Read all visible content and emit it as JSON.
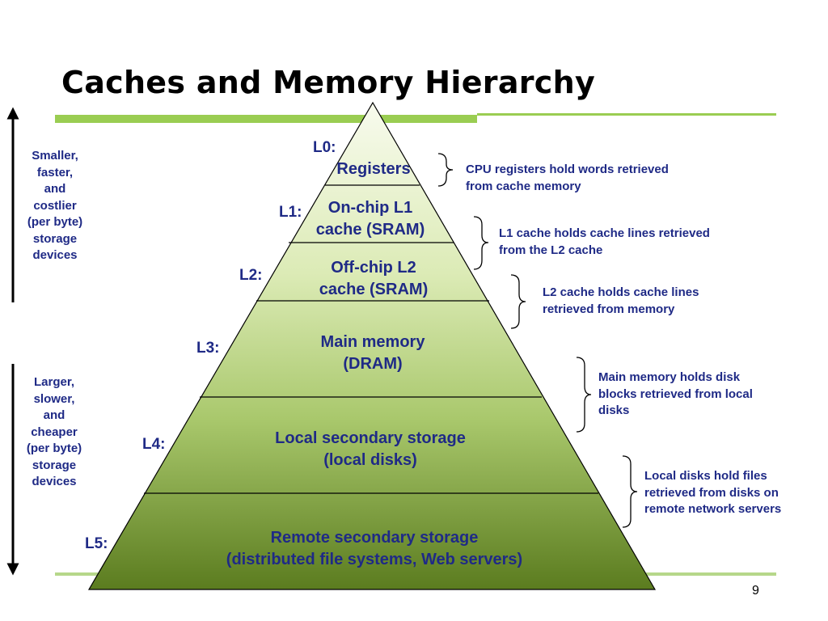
{
  "title": "Caches and Memory Hierarchy",
  "page_number": "9",
  "side_notes": {
    "top": [
      "Smaller,",
      "faster,",
      "and",
      "costlier",
      "(per byte)",
      "storage",
      "devices"
    ],
    "bottom": [
      "Larger,",
      "slower,",
      "and",
      "cheaper",
      "(per byte)",
      "storage",
      "devices"
    ]
  },
  "levels": [
    {
      "label": "L0:",
      "name": [
        "Registers"
      ],
      "description": [
        "CPU registers hold words retrieved",
        "from cache memory"
      ]
    },
    {
      "label": "L1:",
      "name": [
        "On-chip L1",
        "cache (SRAM)"
      ],
      "description": [
        "L1 cache holds cache lines retrieved",
        "from the L2 cache"
      ]
    },
    {
      "label": "L2:",
      "name": [
        "Off-chip L2",
        "cache (SRAM)"
      ],
      "description": [
        "L2 cache holds cache lines",
        "retrieved from memory"
      ]
    },
    {
      "label": "L3:",
      "name": [
        "Main memory",
        "(DRAM)"
      ],
      "description": [
        "Main memory holds disk",
        "blocks retrieved from local",
        "disks"
      ]
    },
    {
      "label": "L4:",
      "name": [
        "Local secondary storage",
        "(local disks)"
      ],
      "description": [
        "Local disks hold files",
        "retrieved from disks on",
        "remote network servers"
      ]
    },
    {
      "label": "L5:",
      "name": [
        "Remote secondary storage",
        "(distributed file systems, Web servers)"
      ]
    }
  ],
  "colors": {
    "green_accent": "#9acd52",
    "text_blue": "#1f2a86",
    "pyramid_top": "#f6fae9",
    "pyramid_bottom": "#5e7f22"
  }
}
